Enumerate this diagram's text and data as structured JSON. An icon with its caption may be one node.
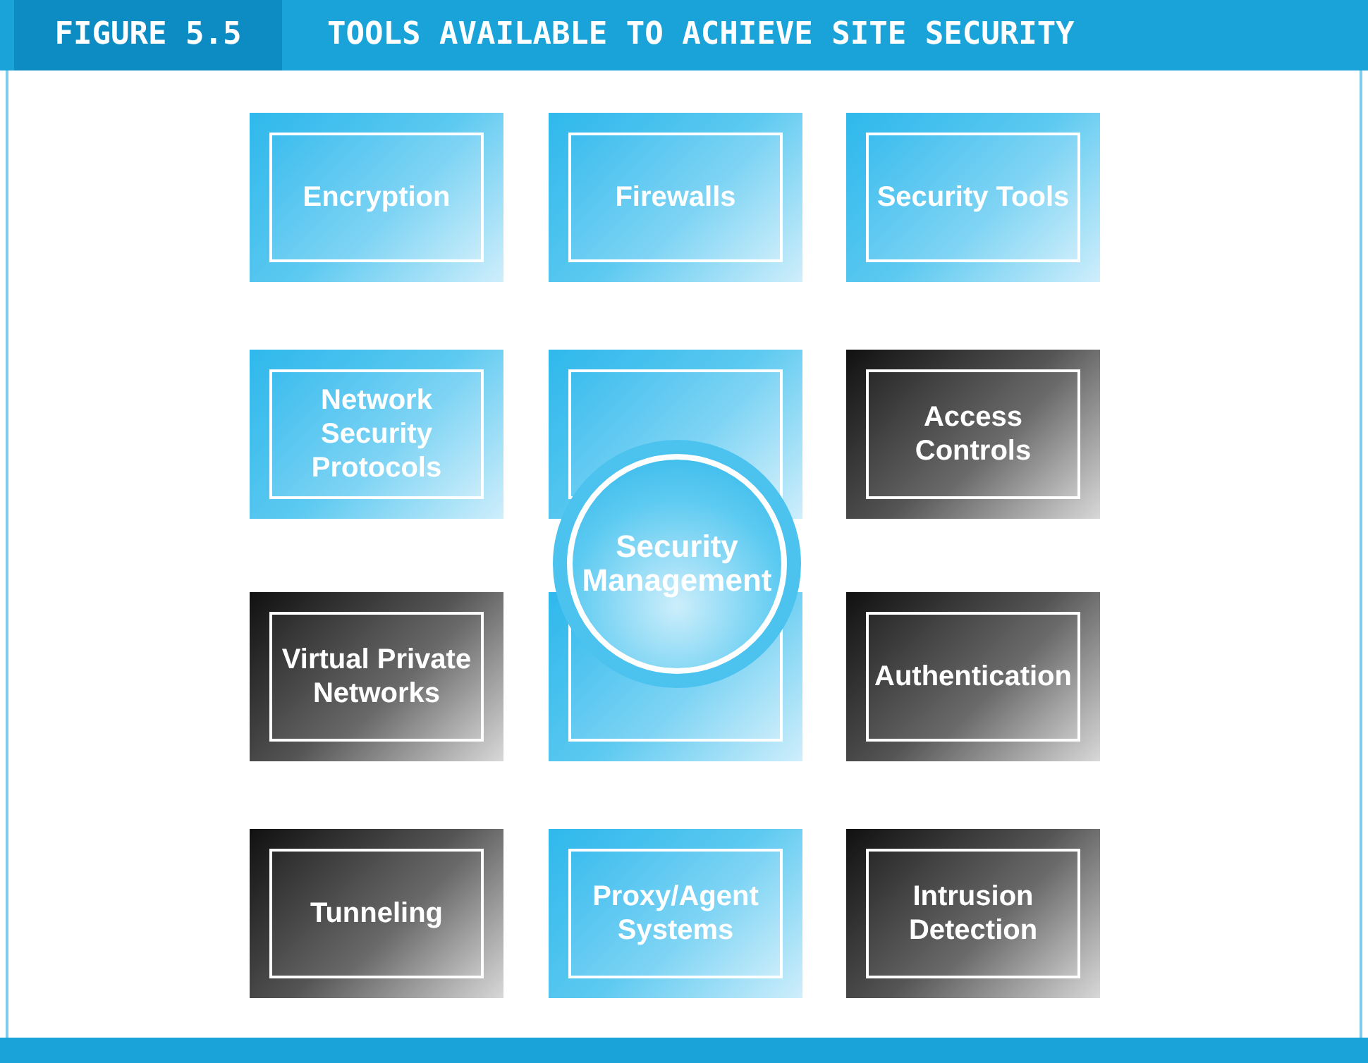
{
  "diagram": {
    "title": "TOOLS AVAILABLE TO ACHIEVE SITE SECURITY",
    "nodes": [
      {
        "text": [
          "Encryption"
        ]
      },
      {
        "text": [
          "Firewalls"
        ]
      },
      {
        "text": [
          "Security Tools"
        ]
      },
      {
        "text": [
          "Network Security Protocols"
        ]
      },
      {
        "text": [],
        "shape": "box"
      },
      {
        "text": [
          "Access Controls"
        ]
      },
      {
        "text": [
          "Security Management"
        ]
      },
      {
        "text": [
          "Virtual Private Networks"
        ]
      },
      {
        "text": [],
        "shape": "box"
      },
      {
        "text": [
          "Authentication"
        ]
      },
      {
        "text": [
          "Tunneling"
        ]
      },
      {
        "text": [
          "Proxy/Agent Systems"
        ]
      },
      {
        "text": [
          "Intrusion Detection"
        ]
      }
    ],
    "labels": [
      "FIGURE 5.5"
    ]
  }
}
